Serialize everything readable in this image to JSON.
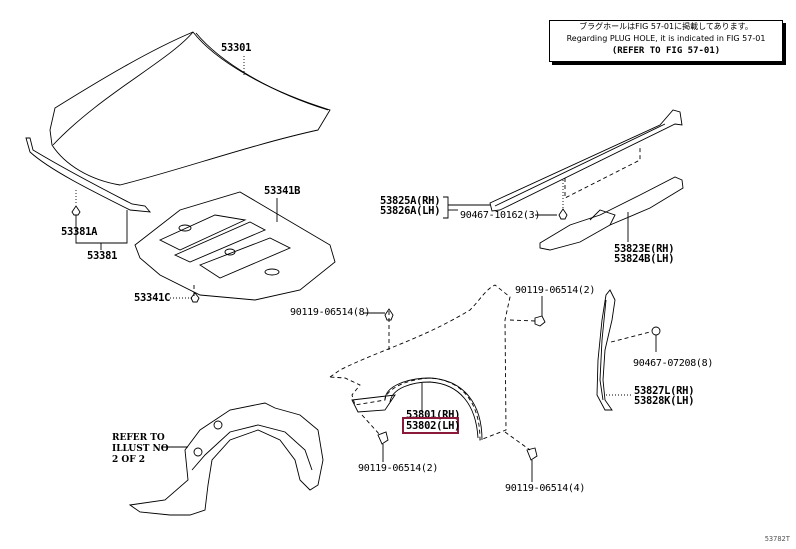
{
  "note": {
    "line1": "ブラグホールはFIG 57-01に掲載してあります。",
    "line2": "Regarding PLUG HOLE, it is indicated in FIG 57-01",
    "line3": "(REFER TO FIG 57-01)"
  },
  "parts": {
    "hood": "53301",
    "hood_seal": "53381",
    "hood_seal_clip": "53381A",
    "hood_insulator": "53341B",
    "insulator_clip": "53341C",
    "seal_rh": "53825A(RH)",
    "seal_lh": "53826A(LH)",
    "seal_clip": "90467-10162(3)",
    "apron_rh": "53823E(RH)",
    "apron_lh": "53824B(LH)",
    "bolt_top_left": "90119-06514(8)",
    "bolt_top_right": "90119-06514(2)",
    "clip_side": "90467-07208(8)",
    "shield_rh": "53827L(RH)",
    "shield_lh": "53828K(LH)",
    "fender_rh": "53801(RH)",
    "fender_lh": "53802(LH)",
    "bolt_bottom_left": "90119-06514(2)",
    "bolt_bottom_right": "90119-06514(4)"
  },
  "reference": {
    "text": "REFER TO\nILLUST NO\n2 OF 2"
  },
  "highlight": {
    "selected_part": "53802(LH)",
    "color": "#8b1a3a"
  },
  "footer": {
    "figure_code": "53782T"
  }
}
